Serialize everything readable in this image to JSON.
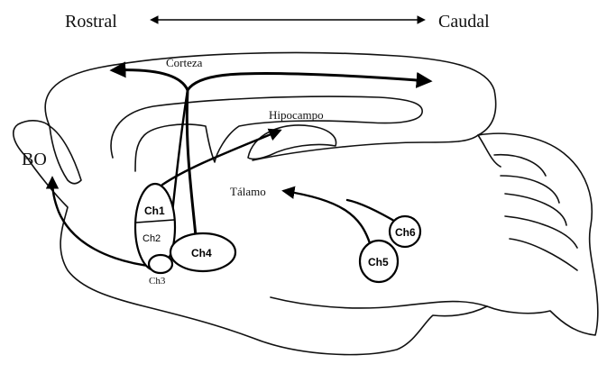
{
  "orientation": {
    "left": "Rostral",
    "right": "Caudal"
  },
  "labels": {
    "bo": "BO",
    "corteza": "Corteza",
    "hipocampo": "Hipocampo",
    "talamo": "Tálamo"
  },
  "nuclei": {
    "ch1": "Ch1",
    "ch2": "Ch2",
    "ch3": "Ch3",
    "ch4": "Ch4",
    "ch5": "Ch5",
    "ch6": "Ch6"
  }
}
